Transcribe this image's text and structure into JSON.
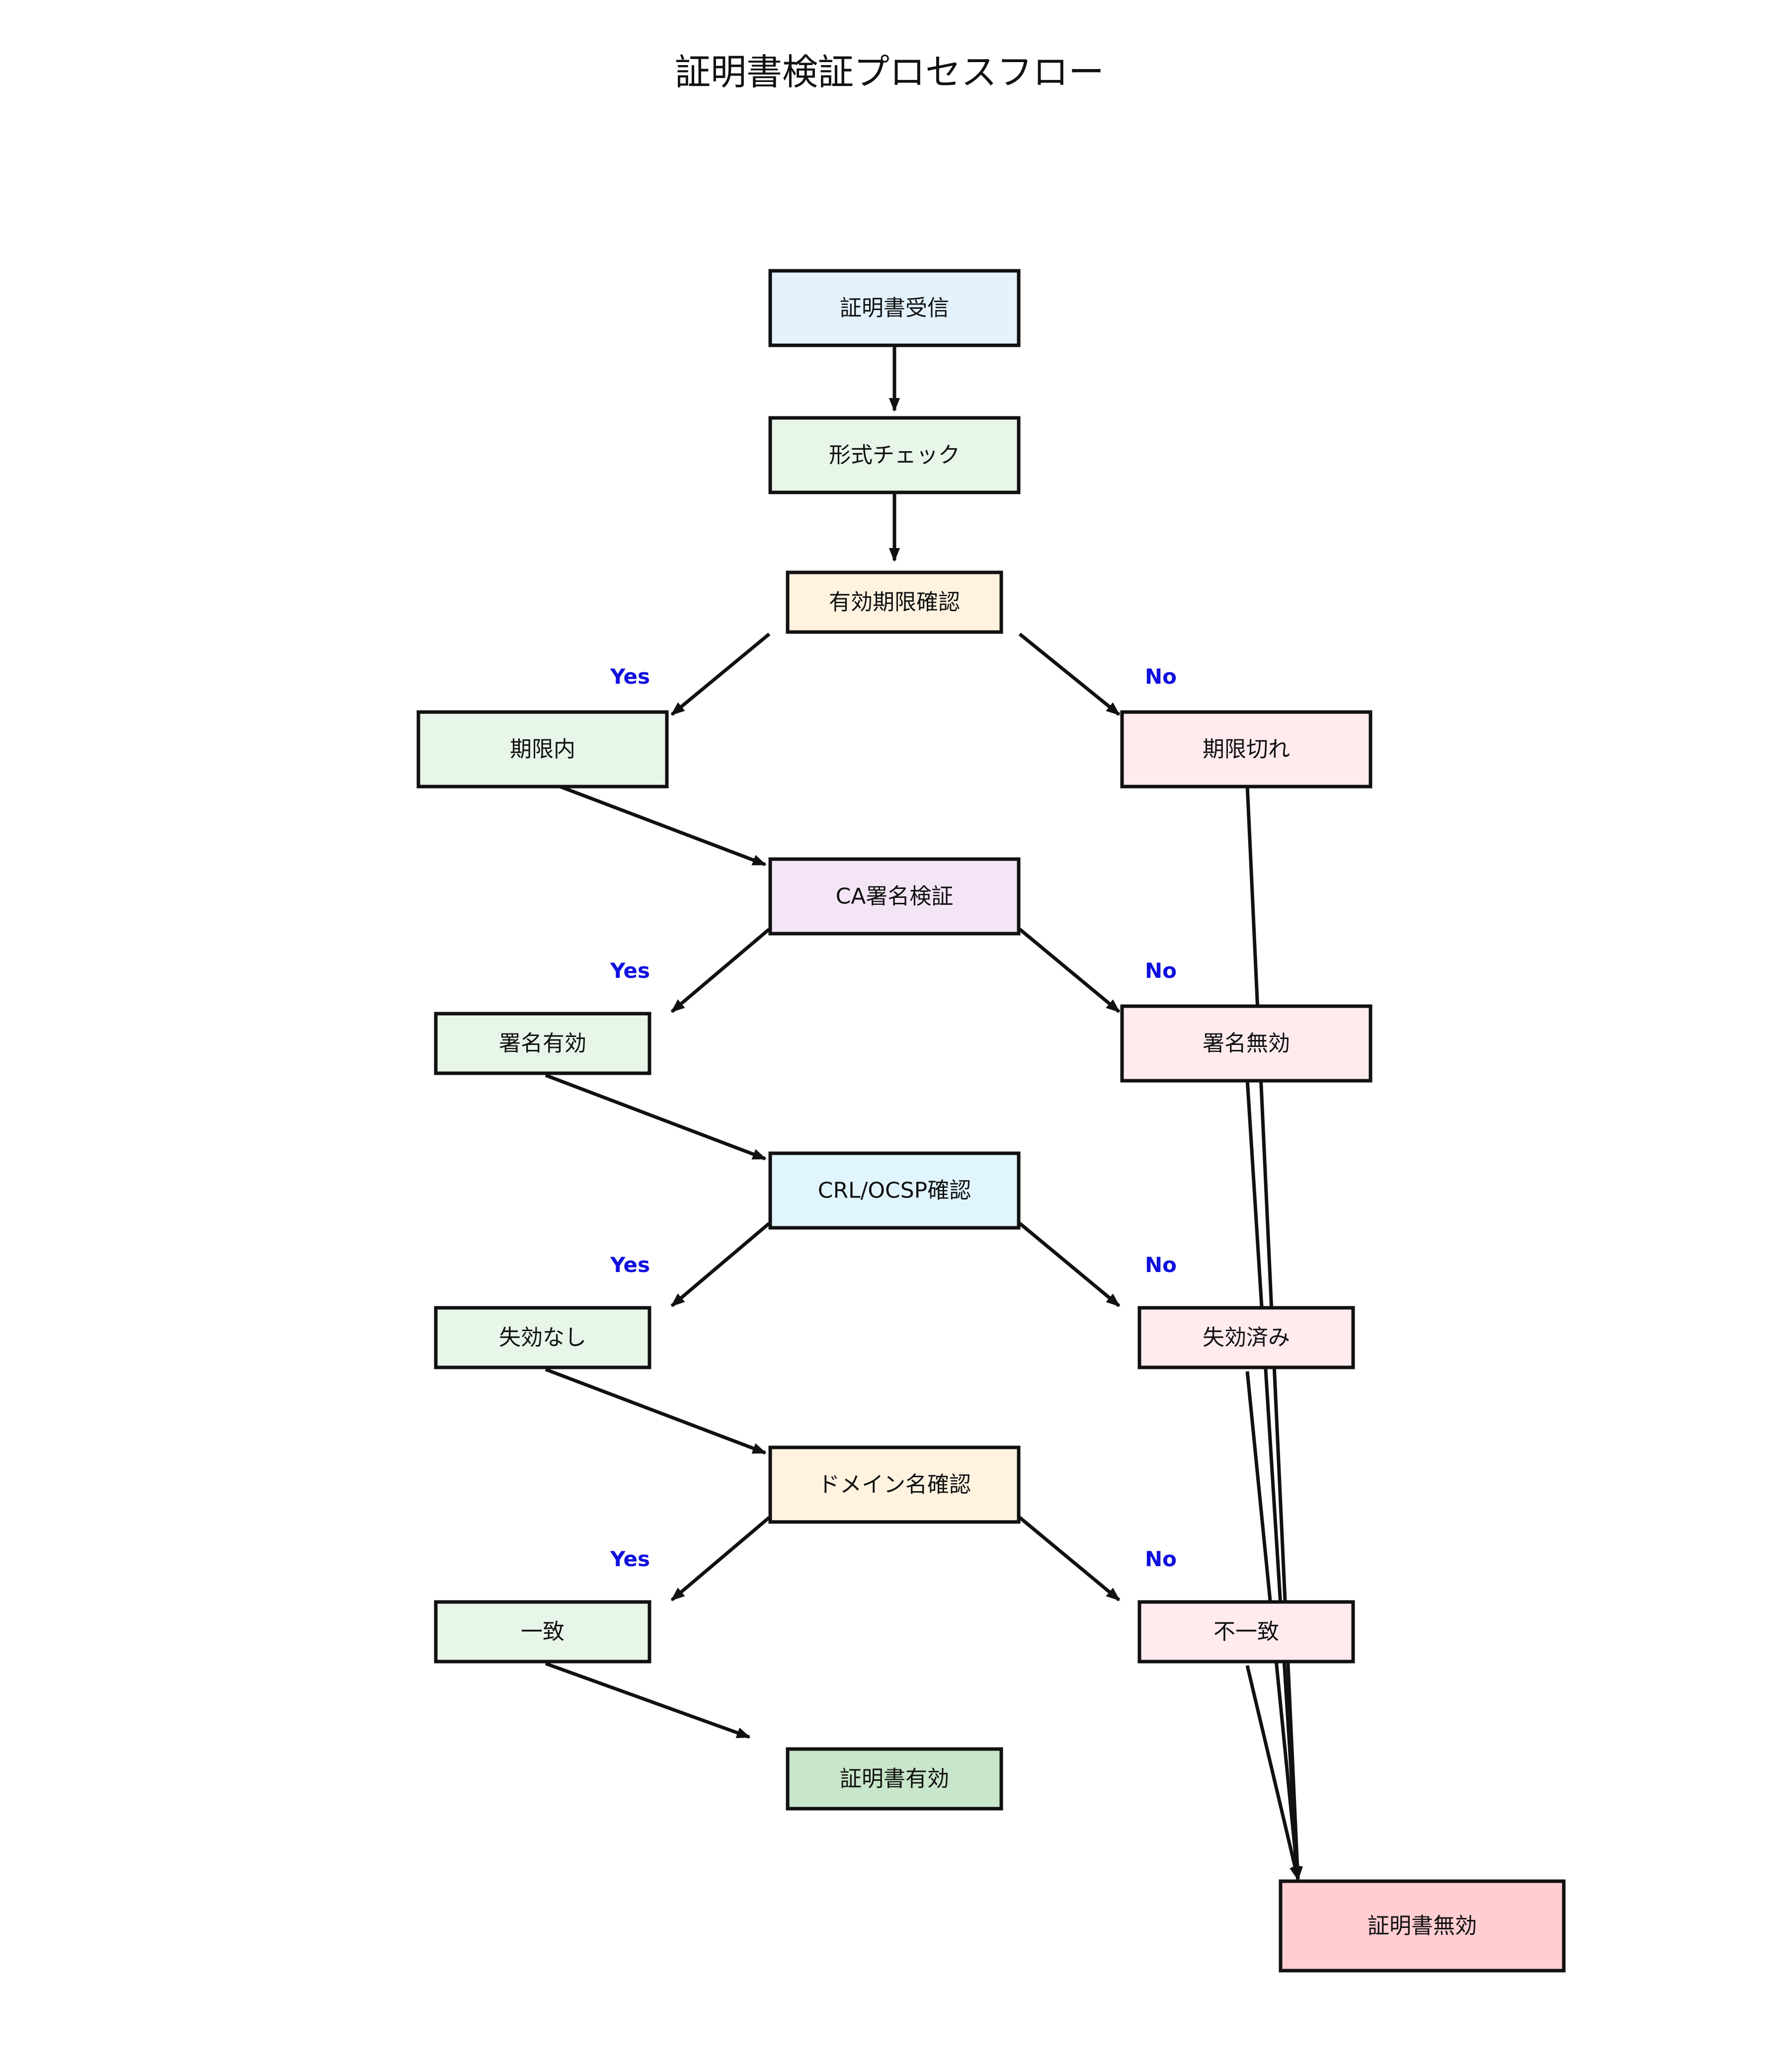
{
  "title": "証明書検証プロセスフロー",
  "colors": {
    "blue": "#e3f2fd",
    "green": "#e8f5e9",
    "orange": "#fff3e0",
    "pink": "#ffebee",
    "purple": "#f3e5f5",
    "cyan": "#e1f5fe",
    "valid": "#c8e6c9",
    "invalid": "#ffcdd2",
    "branch_label": "#1010dd"
  },
  "nodes": [
    {
      "id": "receive",
      "label": "証明書受信",
      "color": "blue"
    },
    {
      "id": "format",
      "label": "形式チェック",
      "color": "green"
    },
    {
      "id": "expiry",
      "label": "有効期限確認",
      "color": "orange"
    },
    {
      "id": "in_period",
      "label": "期限内",
      "color": "green"
    },
    {
      "id": "expired",
      "label": "期限切れ",
      "color": "pink"
    },
    {
      "id": "ca_sig",
      "label": "CA署名検証",
      "color": "purple"
    },
    {
      "id": "sig_valid",
      "label": "署名有効",
      "color": "green"
    },
    {
      "id": "sig_invalid",
      "label": "署名無効",
      "color": "pink"
    },
    {
      "id": "crl",
      "label": "CRL/OCSP確認",
      "color": "cyan"
    },
    {
      "id": "not_revoked",
      "label": "失効なし",
      "color": "green"
    },
    {
      "id": "revoked",
      "label": "失効済み",
      "color": "pink"
    },
    {
      "id": "domain",
      "label": "ドメイン名確認",
      "color": "orange"
    },
    {
      "id": "match",
      "label": "一致",
      "color": "green"
    },
    {
      "id": "mismatch",
      "label": "不一致",
      "color": "pink"
    },
    {
      "id": "cert_valid",
      "label": "証明書有効",
      "color": "valid"
    },
    {
      "id": "cert_invalid",
      "label": "証明書無効",
      "color": "invalid"
    }
  ],
  "edges": [
    {
      "from": "receive",
      "to": "format"
    },
    {
      "from": "format",
      "to": "expiry"
    },
    {
      "from": "expiry",
      "to": "in_period",
      "label": "Yes"
    },
    {
      "from": "expiry",
      "to": "expired",
      "label": "No"
    },
    {
      "from": "in_period",
      "to": "ca_sig"
    },
    {
      "from": "ca_sig",
      "to": "sig_valid",
      "label": "Yes"
    },
    {
      "from": "ca_sig",
      "to": "sig_invalid",
      "label": "No"
    },
    {
      "from": "sig_valid",
      "to": "crl"
    },
    {
      "from": "crl",
      "to": "not_revoked",
      "label": "Yes"
    },
    {
      "from": "crl",
      "to": "revoked",
      "label": "No"
    },
    {
      "from": "not_revoked",
      "to": "domain"
    },
    {
      "from": "domain",
      "to": "match",
      "label": "Yes"
    },
    {
      "from": "domain",
      "to": "mismatch",
      "label": "No"
    },
    {
      "from": "match",
      "to": "cert_valid"
    },
    {
      "from": "expired",
      "to": "cert_invalid"
    },
    {
      "from": "sig_invalid",
      "to": "cert_invalid"
    },
    {
      "from": "revoked",
      "to": "cert_invalid"
    },
    {
      "from": "mismatch",
      "to": "cert_invalid"
    }
  ]
}
